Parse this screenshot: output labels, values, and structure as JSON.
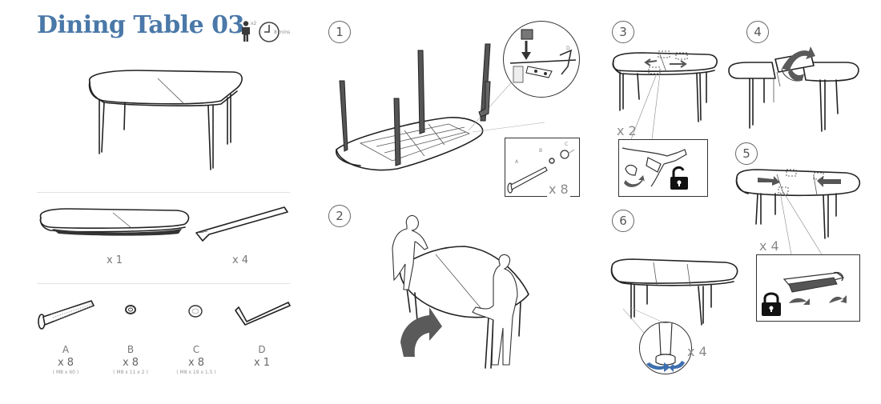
{
  "header": {
    "title": "Dining Table 03",
    "people_count": "x2",
    "time_label": "8 mins"
  },
  "parts": [
    {
      "qty": "x 1"
    },
    {
      "qty": "x 4"
    }
  ],
  "hardware": [
    {
      "letter": "A",
      "qty": "x 8",
      "spec": "( M8 x 60 )"
    },
    {
      "letter": "B",
      "qty": "x 8",
      "spec": "( M8 x 11 x 2 )"
    },
    {
      "letter": "C",
      "qty": "x 8",
      "spec": "( M8 x 19 x 1.5 )"
    },
    {
      "letter": "D",
      "qty": "x 1",
      "spec": ""
    }
  ],
  "steps": {
    "s1": {
      "number": "1",
      "detail_label": "D",
      "hw_a": "A",
      "hw_b": "B",
      "hw_c": "C",
      "hw_qty": "x 8"
    },
    "s2": {
      "number": "2"
    },
    "s3": {
      "number": "3",
      "qty": "x 2"
    },
    "s4": {
      "number": "4"
    },
    "s5": {
      "number": "5",
      "qty": "x 4"
    },
    "s6": {
      "number": "6",
      "qty": "x 4"
    }
  },
  "colors": {
    "title": "#4a78a8",
    "arrow": "#5a5a5a",
    "line": "#222222"
  },
  "icons": [
    "person-icon",
    "clock-icon",
    "unlock-icon",
    "lock-icon",
    "rotate-arrow-icon"
  ]
}
